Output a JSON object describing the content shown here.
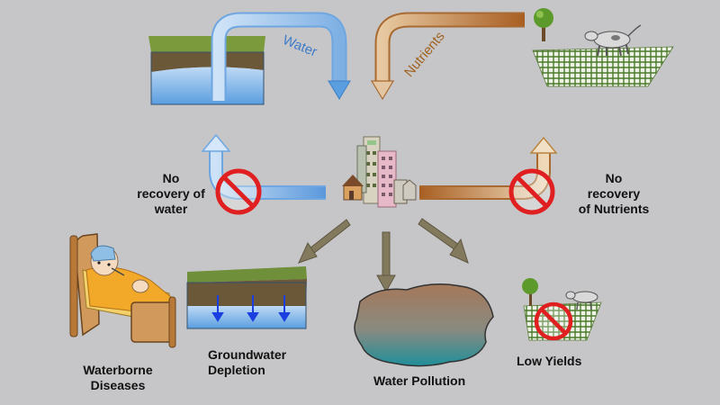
{
  "labels": {
    "water_arrow": "Water",
    "nutrients_arrow": "Nutrients",
    "no_recovery_water": [
      "No",
      "recovery of",
      "water"
    ],
    "no_recovery_nutrients": [
      "No",
      "recovery",
      "of Nutrients"
    ],
    "waterborne": [
      "Waterborne",
      "Diseases"
    ],
    "groundwater": [
      "Groundwater",
      "Depletion"
    ],
    "water_pollution": "Water Pollution",
    "low_yields": "Low Yields"
  },
  "colors": {
    "background": "#c6c6c8",
    "water_blue": "#8fb9e6",
    "nutrient_brown": "#b8773a",
    "prohibition_red": "#e02020",
    "grass_green": "#6f8f3a",
    "earth_brown": "#6b5a3a",
    "arrow_dark": "#7a7256"
  },
  "icons": [
    "groundwater-aquifer-icon",
    "farm-field-icon",
    "city-buildings-icon",
    "sick-person-in-bed-icon",
    "polluted-water-pond-icon",
    "prohibition-icon",
    "tree-icon",
    "cow-icon"
  ]
}
